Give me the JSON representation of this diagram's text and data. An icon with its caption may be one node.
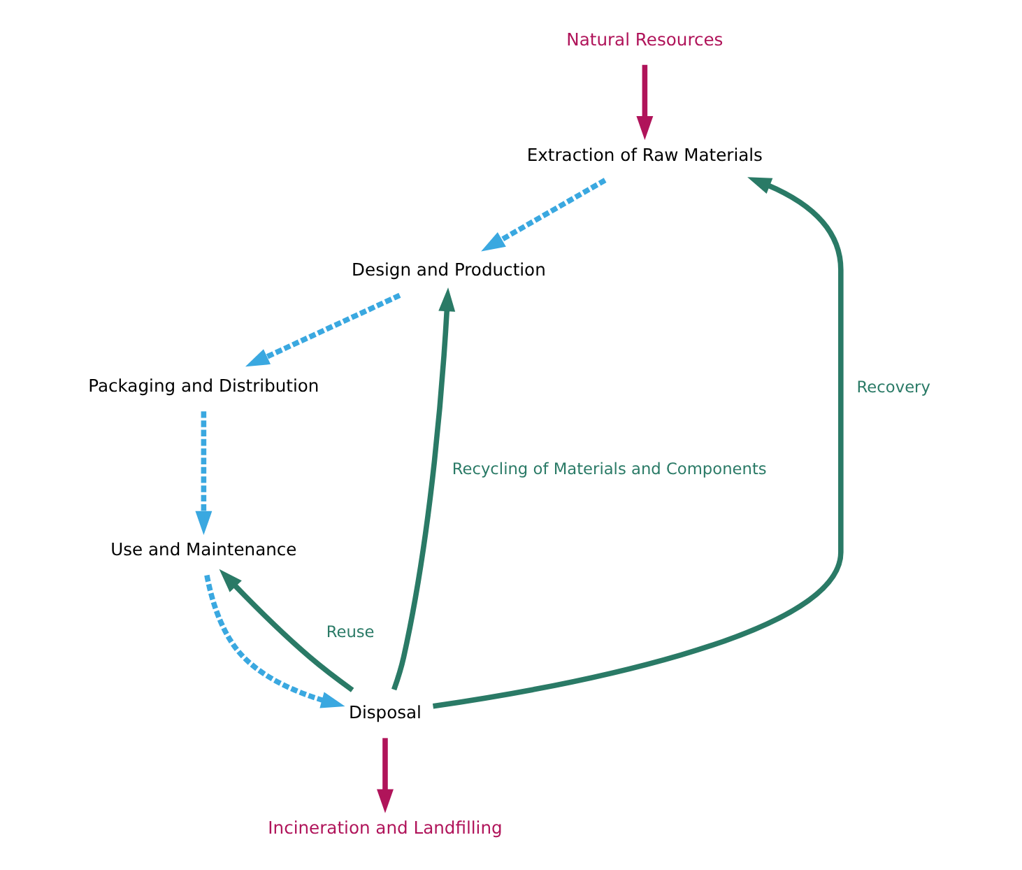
{
  "diagram": {
    "nodes": [
      {
        "text": [
          "Natural Resources"
        ]
      },
      {
        "text": [
          "Incineration and Landfilling"
        ]
      },
      {
        "text": [
          "Extraction of Raw Materials"
        ]
      },
      {
        "text": [
          "Design and Production"
        ]
      },
      {
        "text": [
          "Packaging and Distribution"
        ]
      },
      {
        "text": [
          "Use and Maintenance"
        ]
      },
      {
        "text": [
          "Disposal"
        ]
      }
    ],
    "edges": [
      {
        "from": 0,
        "to": 2,
        "arrow": "to",
        "color": "#b0145a"
      },
      {
        "from": 2,
        "to": 3,
        "arrow": "to",
        "style": "dashed"
      },
      {
        "from": 3,
        "to": 4,
        "arrow": "to",
        "style": "dashed"
      },
      {
        "from": 4,
        "to": 5,
        "arrow": "to",
        "style": "dashed"
      },
      {
        "from": 5,
        "to": 6,
        "arrow": "to",
        "style": "dashed"
      },
      {
        "from": 6,
        "to": 1,
        "arrow": "to",
        "color": "#b0145a"
      },
      {
        "from": 6,
        "to": 2,
        "arrow": "to",
        "label": "Recovery",
        "color": "#2a7a66"
      },
      {
        "from": 6,
        "to": 3,
        "arrow": "to",
        "label": "Recycling of Materials and Components",
        "color": "#2a7a66"
      },
      {
        "from": 6,
        "to": 5,
        "arrow": "to",
        "label": "Reuse",
        "color": "#2a7a66"
      }
    ]
  }
}
